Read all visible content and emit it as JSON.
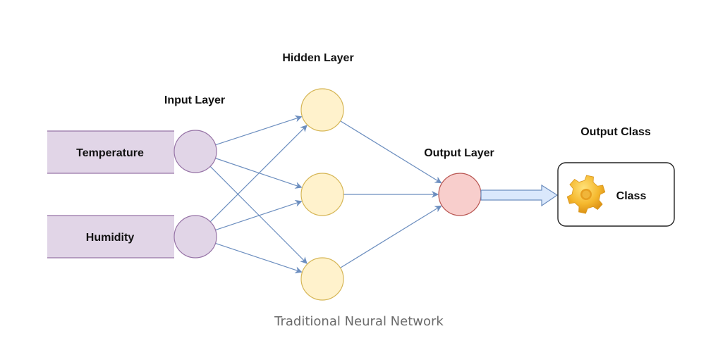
{
  "diagram": {
    "labels": {
      "input_layer": "Input Layer",
      "hidden_layer": "Hidden Layer",
      "output_layer": "Output Layer",
      "output_class": "Output Class"
    },
    "inputs": [
      {
        "label": "Temperature"
      },
      {
        "label": "Humidity"
      }
    ],
    "hidden_nodes": 3,
    "output_nodes": 1,
    "class_box": {
      "label": "Class",
      "icon": "gear-icon"
    },
    "connections": [
      {
        "from": "input-1",
        "to": "hidden-1"
      },
      {
        "from": "input-1",
        "to": "hidden-2"
      },
      {
        "from": "input-1",
        "to": "hidden-3"
      },
      {
        "from": "input-2",
        "to": "hidden-1"
      },
      {
        "from": "input-2",
        "to": "hidden-2"
      },
      {
        "from": "input-2",
        "to": "hidden-3"
      },
      {
        "from": "hidden-1",
        "to": "output-1"
      },
      {
        "from": "hidden-2",
        "to": "output-1"
      },
      {
        "from": "hidden-3",
        "to": "output-1"
      },
      {
        "from": "output-1",
        "to": "class"
      }
    ],
    "colors": {
      "input_fill": "#e1d5e7",
      "input_stroke": "#9673a6",
      "hidden_fill": "#fff2cc",
      "hidden_stroke": "#d6b656",
      "output_fill": "#f8cecc",
      "output_stroke": "#b85450",
      "edge": "#6c8ebf",
      "arrow_fill": "#dae8fc"
    },
    "caption": "Traditional Neural Network"
  }
}
